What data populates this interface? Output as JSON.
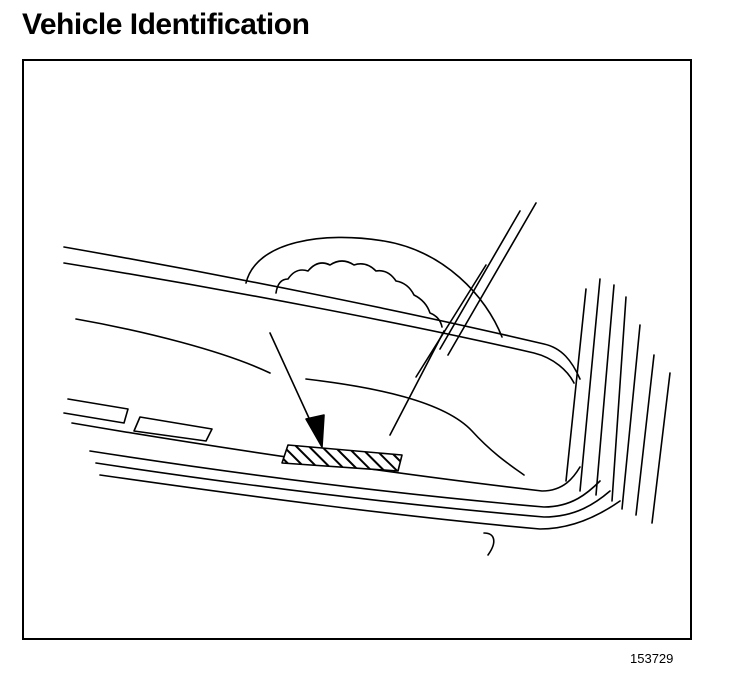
{
  "title": "Vehicle Identification",
  "figure": {
    "number": "153729",
    "subject": "vin-plate-location"
  },
  "colors": {
    "ink": "#000000",
    "background": "#ffffff"
  }
}
